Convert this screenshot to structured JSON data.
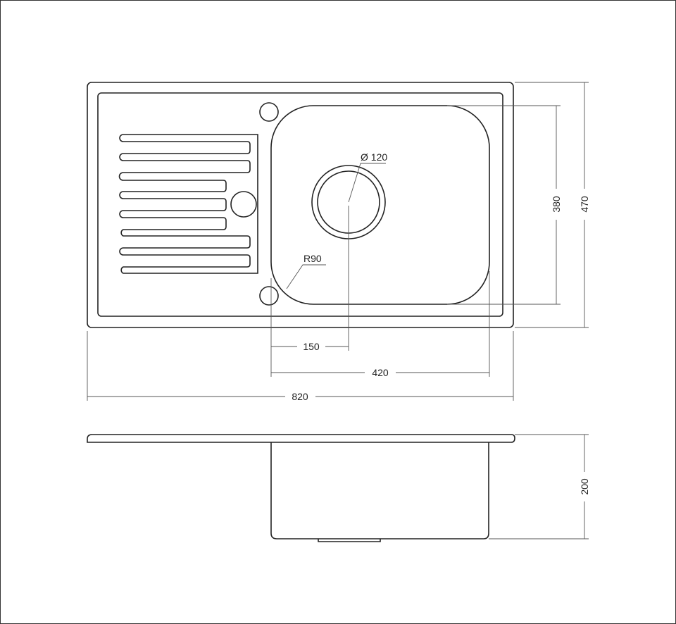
{
  "drawing": {
    "top_view": {
      "dimensions": {
        "overall_width": "820",
        "overall_depth": "470",
        "bowl_depth": "380",
        "bowl_width": "420",
        "drain_offset": "150",
        "drain_diameter": "Ø 120",
        "corner_radius": "R90"
      }
    },
    "side_view": {
      "dimensions": {
        "bowl_height": "200"
      }
    }
  }
}
